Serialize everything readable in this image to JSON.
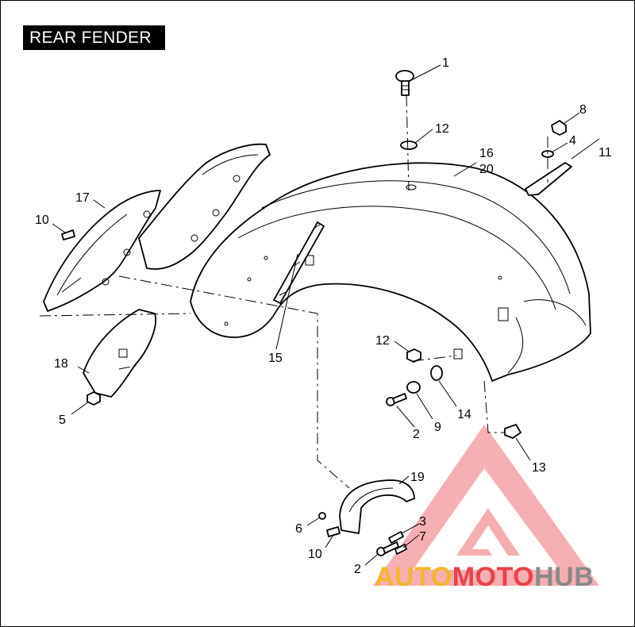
{
  "title": "REAR FENDER",
  "callouts": {
    "c1": "1",
    "c12a": "12",
    "c16": "16",
    "c20": "20",
    "c8": "8",
    "c4": "4",
    "c11": "11",
    "c17": "17",
    "c10a": "10",
    "c15": "15",
    "c12b": "12",
    "c18": "18",
    "c5": "5",
    "c14": "14",
    "c9": "9",
    "c2a": "2",
    "c13": "13",
    "c19": "19",
    "c6": "6",
    "c3": "3",
    "c7": "7",
    "c10b": "10",
    "c2b": "2"
  },
  "watermark": {
    "part1": "AUTO",
    "part2": "MOTO",
    "part3": "HUB",
    "colors": {
      "yellow": "#f3b62a",
      "red": "#e9424a",
      "gray": "#8a8a8a"
    }
  }
}
